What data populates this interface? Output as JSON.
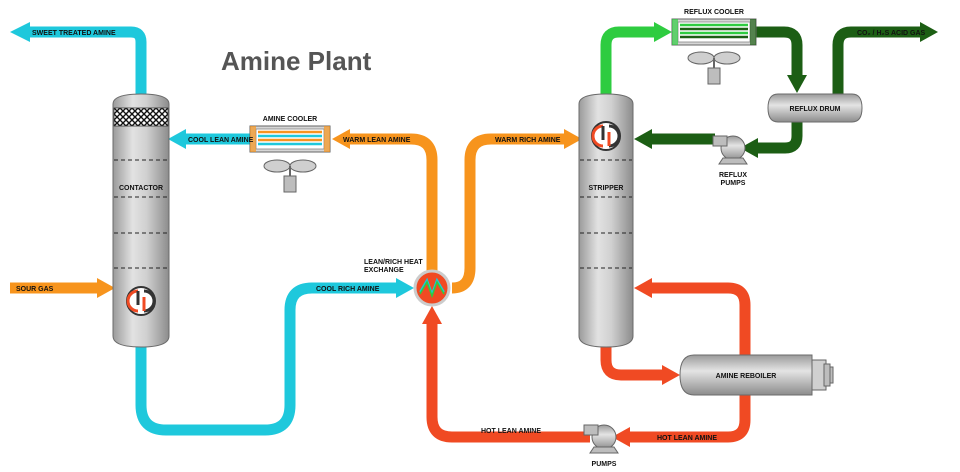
{
  "title": "Amine Plant",
  "colors": {
    "cyan": "#1ec8dc",
    "orange": "#f7941d",
    "red": "#f04a23",
    "green": "#2ecc40",
    "dark_green": "#1c5e14",
    "vessel": "#c8c8c8"
  },
  "equipment": {
    "contactor": "CONTACTOR",
    "stripper": "STRIPPER",
    "amine_cooler": "AMINE COOLER",
    "reflux_cooler": "REFLUX COOLER",
    "reflux_drum": "REFLUX DRUM",
    "reflux_pumps_1": "REFLUX",
    "reflux_pumps_2": "PUMPS",
    "amine_reboiler": "AMINE REBOILER",
    "pumps": "PUMPS",
    "heat_exchange_1": "LEAN/RICH HEAT",
    "heat_exchange_2": "EXCHANGE"
  },
  "streams": {
    "sweet_treated_amine": "SWEET TREATED AMINE",
    "cool_lean_amine": "COOL LEAN AMINE",
    "warm_lean_amine": "WARM LEAN AMINE",
    "warm_rich_amine": "WARM RICH AMINE",
    "sour_gas": "SOUR GAS",
    "cool_rich_amine": "COOL RICH AMINE",
    "hot_lean_amine_1": "HOT LEAN AMINE",
    "hot_lean_amine_2": "HOT LEAN AMINE",
    "acid_gas": "CO₂ / H₂S ACID GAS"
  },
  "icons": [
    "logo-icon",
    "fan-icon",
    "pump-icon",
    "heat-exchanger-icon"
  ]
}
